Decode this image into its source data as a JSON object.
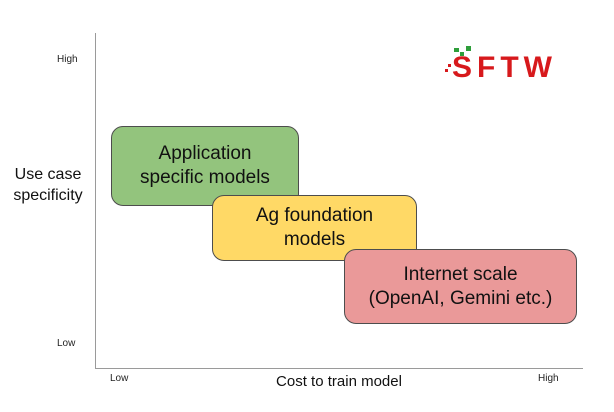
{
  "axes": {
    "y_label": "Use case\nspecificity",
    "x_label": "Cost to train model",
    "y_high": "High",
    "y_low": "Low",
    "x_low": "Low",
    "x_high": "High"
  },
  "boxes": {
    "application": "Application\nspecific models",
    "ag_foundation": "Ag foundation\nmodels",
    "internet": "Internet scale\n(OpenAI, Gemini etc.)"
  },
  "logo": {
    "text": "SFTW",
    "color": "#d7191c",
    "leaf_color": "#2e9e3a"
  },
  "colors": {
    "application": "#93c47d",
    "ag_foundation": "#ffd966",
    "internet": "#ea9999"
  }
}
